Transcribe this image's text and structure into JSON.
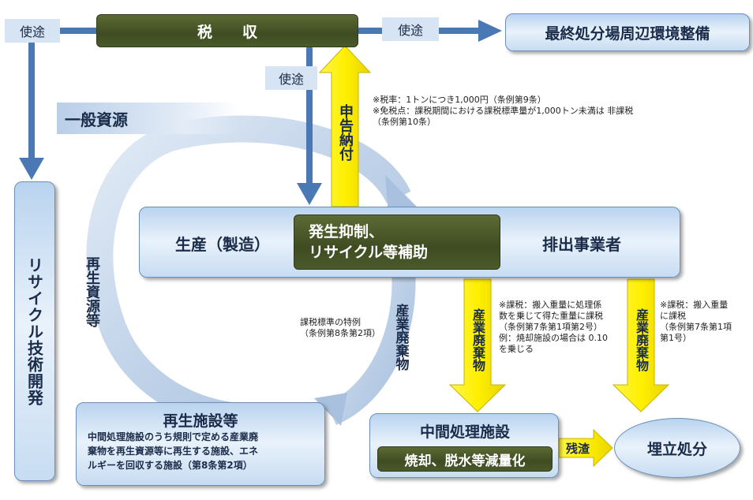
{
  "tax_revenue": "税　　収",
  "use_labels": {
    "left": "使途",
    "right": "使途",
    "center": "使途"
  },
  "final_disposal_env": "最終処分場周辺環境整備",
  "recycle_tech": "リサイクル技術開発",
  "general_resources": "一般資源",
  "recycled_resources": "再生資源等",
  "declaration_payment": "申告納付",
  "tax_notes": [
    "※税率：1トンにつき1,000円（条例第9条）",
    "※免税点：課税期間における課税標準量が1,000トン未満は 非課税",
    "（条例第10条）"
  ],
  "production": "生産（製造）",
  "discharger": "排出事業者",
  "subsidy": [
    "発生抑制、",
    "リサイクル等補助"
  ],
  "industrial_waste": "産業廃棄物",
  "tax_special_case": [
    "課税標準の特例",
    "（条例第8条第2項）"
  ],
  "note_intermediate": [
    "※課税：搬入重量に処理係",
    "数を乗じて得た重量に課税",
    "（条例第7条第1項第2号）",
    "例：焼却施設の場合は 0.10",
    "を乗じる"
  ],
  "note_landfill": [
    "※課税：搬入重量",
    "に課税",
    "（条例第7条第1項",
    "第1号）"
  ],
  "recycling_facility": {
    "title": "再生施設等",
    "desc": [
      "中間処理施設のうち規則で定める産業廃",
      "棄物を再生資源等に再生する施設、エネ",
      "ルギーを回収する施設（第8条第2項）"
    ]
  },
  "intermediate_facility": "中間処理施設",
  "incineration": "焼却、脱水等減量化",
  "residue": "残渣",
  "landfill": "埋立処分",
  "colors": {
    "arrow_blue": "#4a78b5",
    "arrow_yellow": "#ffef2a",
    "dark_green": "#435126"
  }
}
